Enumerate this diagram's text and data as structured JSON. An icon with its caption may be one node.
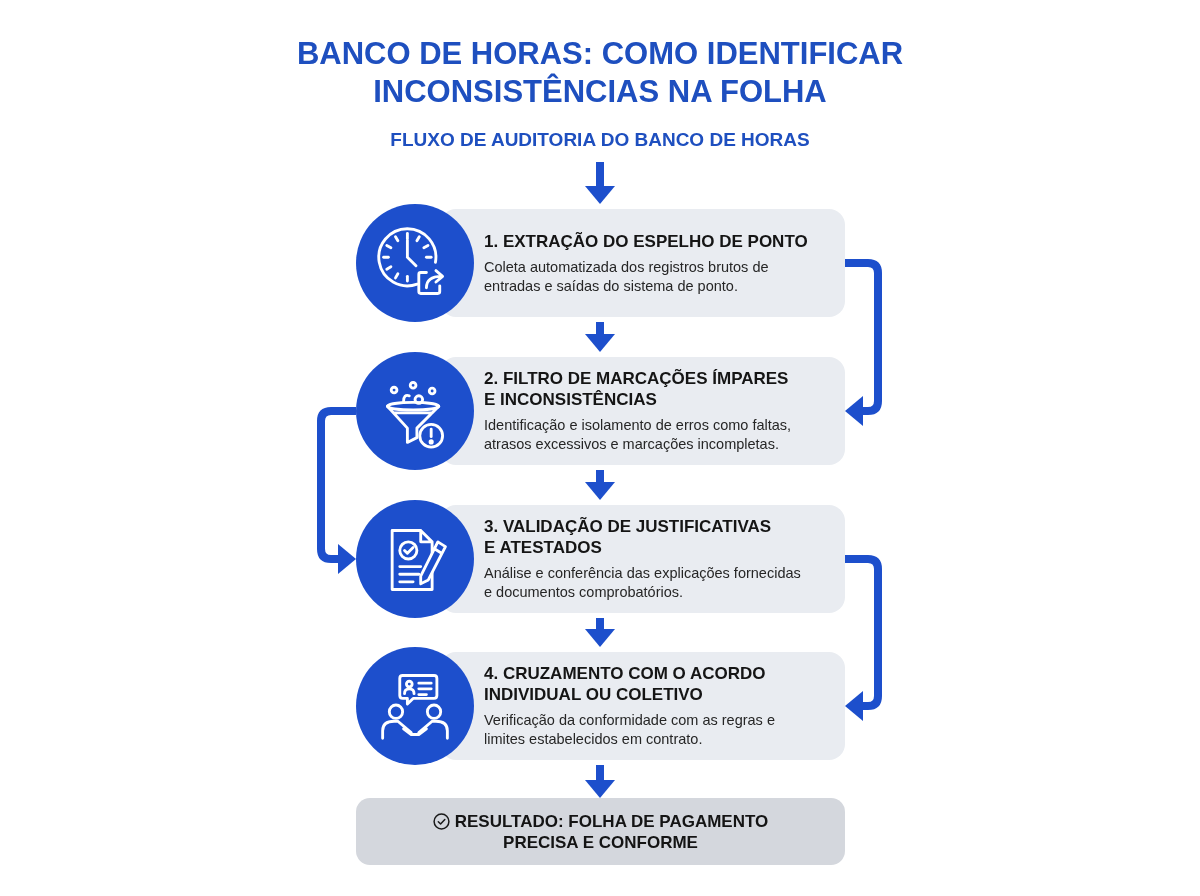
{
  "diagram": {
    "title": "BANCO DE HORAS: COMO IDENTIFICAR INCONSISTÊNCIAS NA FOLHA",
    "nodes": [
      {
        "text": [
          "1. EXTRAÇÃO DO ESPELHO DE PONTO",
          "Coleta automatizada dos registros brutos de entradas e saídas do sistema de ponto."
        ]
      },
      {
        "text": [
          "2. FILTRO DE MARCAÇÕES ÍMPARES E INCONSISTÊNCIAS",
          "Identificação e isolamento de erros como faltas, atrasos excessivos e marcações incompletas."
        ]
      },
      {
        "text": [
          "3. VALIDAÇÃO DE JUSTIFICATIVAS E ATESTADOS",
          "Análise e conferência das explicações fornecidas e documentos comprobatórios."
        ]
      },
      {
        "text": [
          "4. CRUZAMENTO COM O ACORDO INDIVIDUAL OU COLETIVO",
          "Verificação da conformidade com as regras e limites estabelecidos em contrato."
        ]
      },
      {
        "text": [
          "RESULTADO: FOLHA DE PAGAMENTO PRECISA E CONFORME"
        ]
      }
    ],
    "edges": [
      {
        "from": null,
        "to": 0,
        "arrow": "to"
      },
      {
        "from": 0,
        "to": 1,
        "arrow": "to"
      },
      {
        "from": 0,
        "to": 1,
        "arrow": "to"
      },
      {
        "from": 1,
        "to": 2,
        "arrow": "to"
      },
      {
        "from": 1,
        "to": 2,
        "arrow": "to"
      },
      {
        "from": 2,
        "to": 3,
        "arrow": "to"
      },
      {
        "from": 2,
        "to": 3,
        "arrow": "to"
      },
      {
        "from": 3,
        "to": 4,
        "arrow": "to"
      }
    ],
    "labels": [
      "FLUXO DE AUDITORIA DO BANCO DE HORAS"
    ]
  }
}
